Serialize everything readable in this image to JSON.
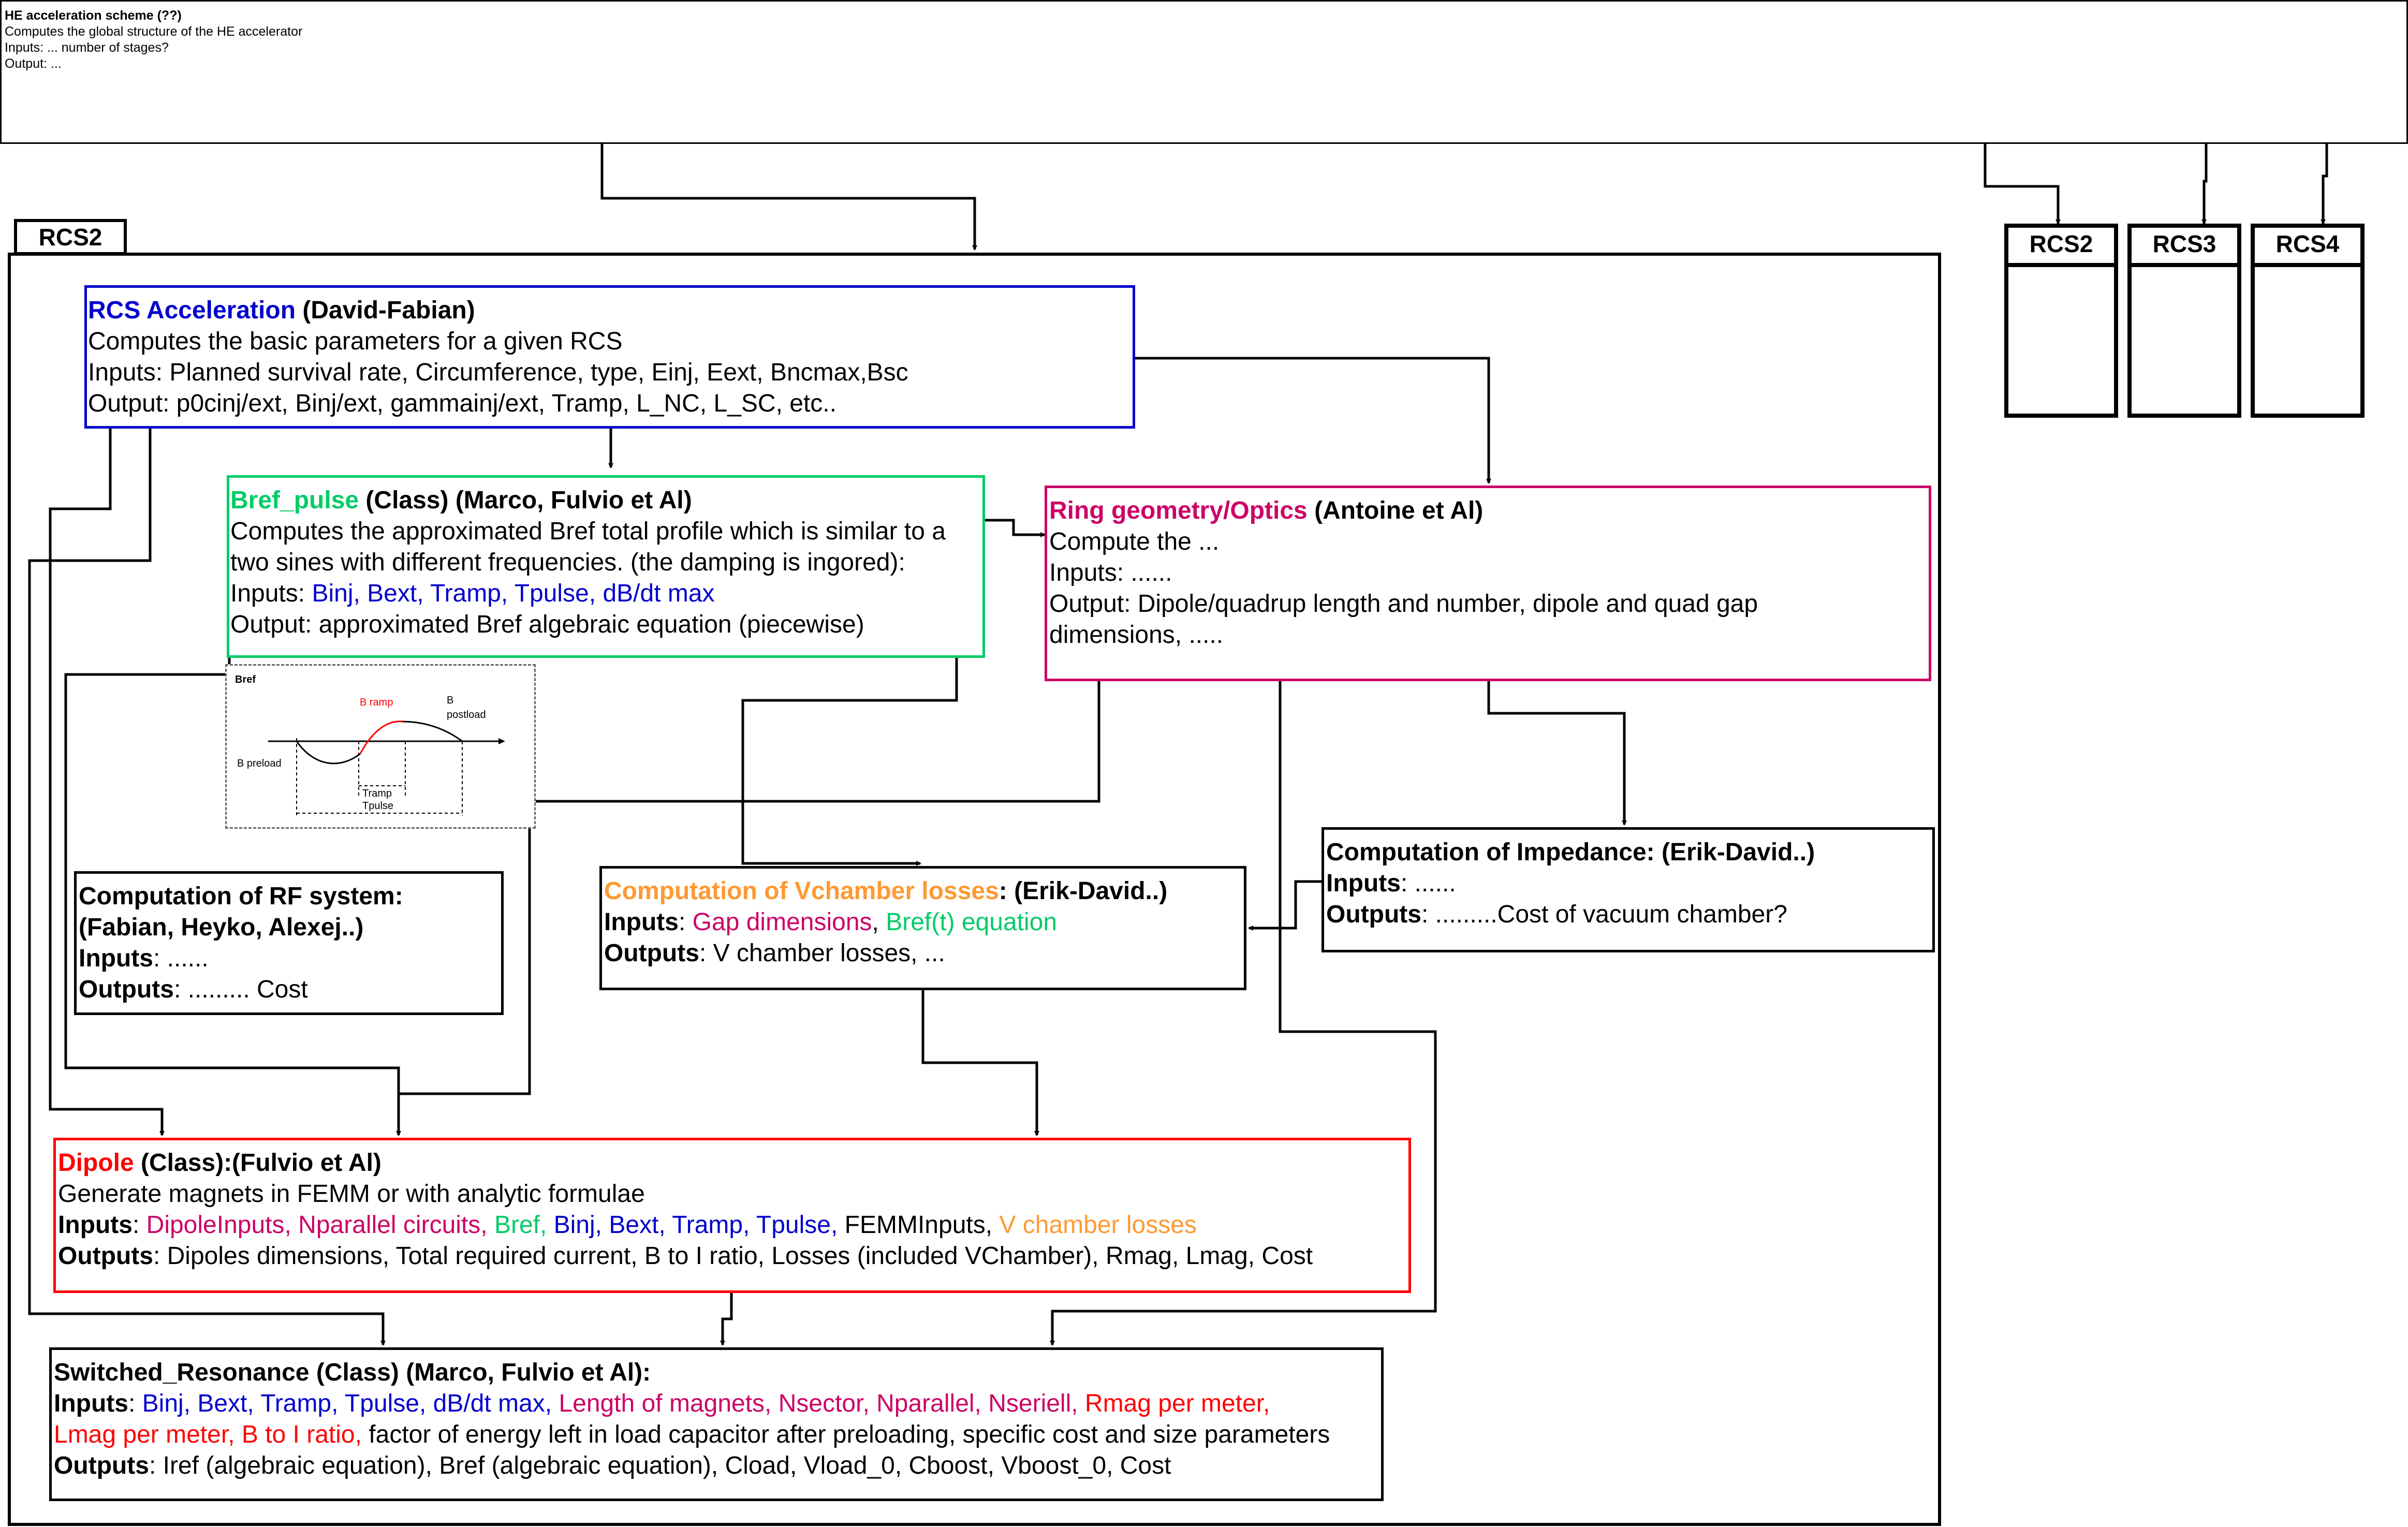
{
  "colors": {
    "blue": "#0000CC",
    "green": "#00CC66",
    "magenta": "#CC0066",
    "orange": "#FF9933",
    "red": "#FF0000",
    "black": "#000000",
    "dashed_gray": "#666666"
  },
  "top_box": {
    "title": "HE acceleration scheme (??)",
    "line1": "Computes the global structure of the HE accelerator",
    "line2": "Inputs: ... number of stages?",
    "line3": "Output: ..."
  },
  "rcs2_container": {
    "tab_label": "RCS2"
  },
  "side_stages": [
    "RCS2",
    "RCS3",
    "RCS4"
  ],
  "rcs_acceleration": {
    "title": "RCS Acceleration",
    "authors": " (David-Fabian)",
    "line1": "Computes the basic parameters for a given RCS",
    "line2": "Inputs: Planned survival rate, Circumference, type, Einj, Eext, Bncmax,Bsc",
    "line3": "Output: p0cinj/ext, Binj/ext, gammainj/ext, Tramp, L_NC, L_SC, etc.."
  },
  "bref_pulse": {
    "title": "Bref_pulse",
    "authors": " (Class) (Marco, Fulvio et Al)",
    "line1": "Computes the approximated Bref total profile which is similar to a",
    "line2": "two sines with different frequencies. (the damping is ingored):",
    "inputs_label": "Inputs: ",
    "inputs_value": "Binj, Bext, Tramp, Tpulse, dB/dt max",
    "line4": "Output: approximated Bref algebraic equation (piecewise)"
  },
  "bref_plot": {
    "title": "Bref",
    "b_ramp": "B ramp",
    "b_postload_1": "B",
    "b_postload_2": "postload",
    "b_preload": "B preload",
    "tramp": "Tramp",
    "tpulse": "Tpulse"
  },
  "ring_geometry": {
    "title": "Ring geometry/Optics",
    "authors": " (Antoine et Al)",
    "line1": "Compute the ...",
    "line2": "Inputs: ......",
    "line3": "Output: Dipole/quadrup length and number, dipole and quad gap",
    "line4": "dimensions, ....."
  },
  "impedance": {
    "title": "Computation of Impedance: (Erik-David..)",
    "inputs_label": "Inputs",
    "inputs_value": ": ......",
    "outputs_label": "Outputs",
    "outputs_value": ": .........Cost of vacuum chamber?"
  },
  "rf_system": {
    "title1": "Computation of RF system:",
    "title2": "(Fabian, Heyko, Alexej..)",
    "inputs_label": "Inputs",
    "inputs_value": ": ......",
    "outputs_label": "Outputs",
    "outputs_value": ": ......... Cost"
  },
  "vchamber": {
    "title": "Computation of Vchamber losses",
    "authors": ": (Erik-David..)",
    "inputs_label": "Inputs",
    "inputs_sep": ": ",
    "inputs_value1": "Gap dimensions",
    "inputs_comma": ", ",
    "inputs_value2": "Bref(t) equation",
    "outputs_label": "Outputs",
    "outputs_value": ": V chamber losses, ..."
  },
  "dipole": {
    "title": "Dipole",
    "authors": " (Class):(Fulvio et Al)",
    "line1": "Generate magnets in FEMM or with analytic formulae",
    "inputs_label": "Inputs",
    "inputs_sep": ": ",
    "in_magenta": "DipoleInputs, Nparallel circuits, ",
    "in_green": "Bref, ",
    "in_blue": "Binj, Bext, Tramp, Tpulse, ",
    "in_black": "FEMMInputs, ",
    "in_orange": "V chamber losses",
    "outputs_label": "Outputs",
    "outputs_value": ": Dipoles dimensions, Total required current, B to I ratio, Losses (included VChamber), Rmag, Lmag, Cost"
  },
  "switched_resonance": {
    "title": "Switched_Resonance (Class) (Marco, Fulvio et Al):",
    "inputs_label": "Inputs",
    "inputs_sep": ": ",
    "in_blue": "Binj, Bext, Tramp, Tpulse, dB/dt max, ",
    "in_magenta": "Length of magnets, Nsector, Nparallel, Nseriell, ",
    "in_red1": "Rmag per meter,",
    "in_red2": "Lmag per meter, B to I ratio, ",
    "in_black2": "factor of energy left in load capacitor after preloading, specific cost and size parameters",
    "outputs_label": "Outputs",
    "outputs_value": ": Iref (algebraic equation), Bref (algebraic equation), Cload, Vload_0, Cboost, Vboost_0, Cost"
  }
}
